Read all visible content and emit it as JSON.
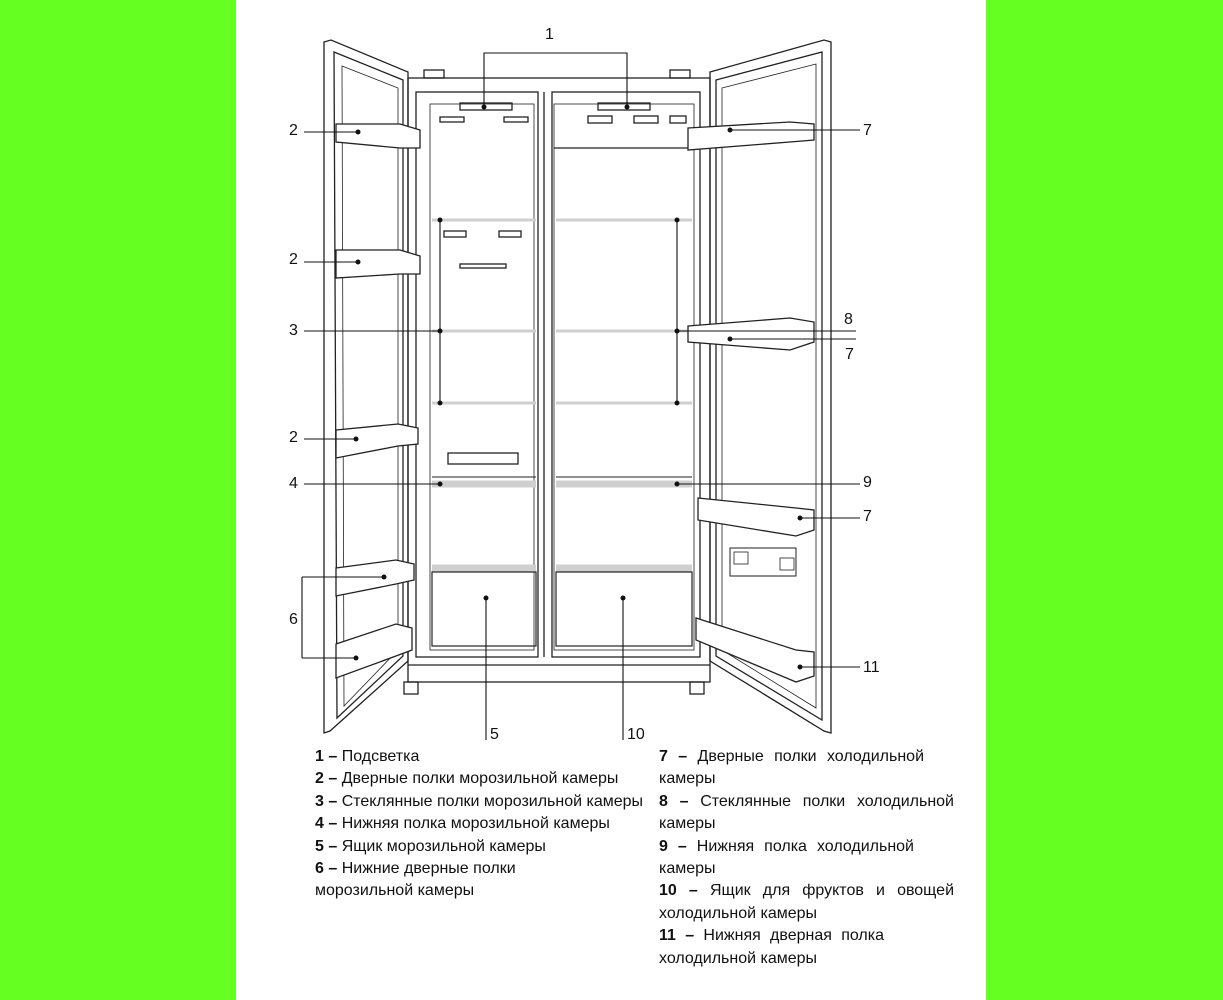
{
  "callouts": {
    "c1": "1",
    "c2a": "2",
    "c2b": "2",
    "c3": "3",
    "c2c": "2",
    "c4": "4",
    "c6": "6",
    "c5": "5",
    "c10": "10",
    "c7a": "7",
    "c8": "8",
    "c7b": "7",
    "c9": "9",
    "c7c": "7",
    "c11": "11"
  },
  "legend_left": [
    {
      "num": "1 –",
      "text": "Подсветка"
    },
    {
      "num": "2 –",
      "text": "Дверные полки морозильной камеры"
    },
    {
      "num": "3 –",
      "text": "Стеклянные полки морозильной камеры"
    },
    {
      "num": "4 –",
      "text": "Нижняя полка морозильной камеры"
    },
    {
      "num": "5 –",
      "text": "Ящик морозильной камеры"
    },
    {
      "num": "6 –",
      "text": "Нижние дверные полки морозильной камеры"
    }
  ],
  "legend_right": [
    {
      "num": "7 –",
      "text": "Дверные полки холодильной камеры"
    },
    {
      "num": "8 –",
      "text": "Стеклянные полки холодильной камеры"
    },
    {
      "num": "9 –",
      "text": "Нижняя полка холодильной камеры"
    },
    {
      "num": "10 –",
      "text": "Ящик для фруктов и овощей холодильной камеры"
    },
    {
      "num": "11 –",
      "text": "Нижняя дверная полка холодильной камеры"
    }
  ],
  "colors": {
    "background": "#66ff22",
    "panel": "#ffffff",
    "shelf": "#c8c8c8"
  }
}
